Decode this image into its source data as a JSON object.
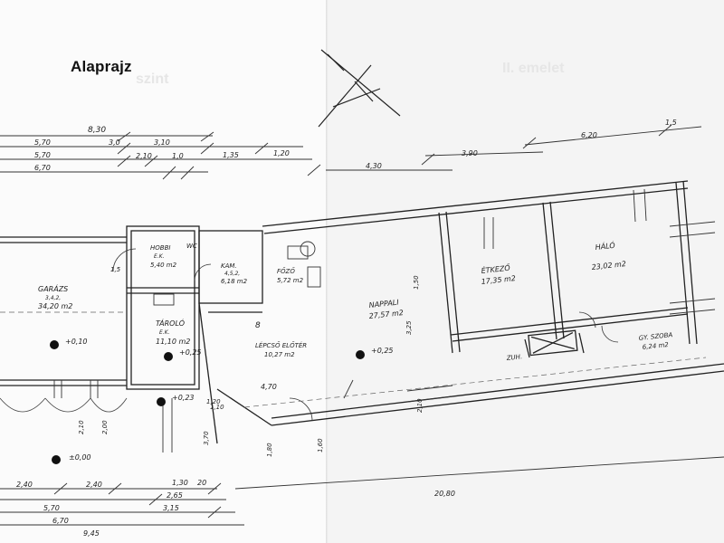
{
  "title": "Alaprajz",
  "ghost_text": {
    "left": "szint",
    "right": "II. emelet"
  },
  "dimensions": {
    "top_total": "8,30",
    "top_row1": [
      "3,10"
    ],
    "top_row2": [
      "3,0",
      "1,35",
      "1,20"
    ],
    "top_row3": [
      "2,10",
      "1,0"
    ],
    "top_left_labels": [
      "5,70",
      "5,70",
      "6,70"
    ],
    "top_right": [
      "4,30",
      "3,90",
      "6,20",
      "1,5"
    ],
    "bottom_total": "20,80",
    "bottom_row1": [
      "2,40",
      "2,40",
      "1,30",
      "20"
    ],
    "bottom_row2": [
      "2,65",
      "3,15"
    ],
    "bottom_left_labels": [
      "5,70",
      "6,70",
      "9,45"
    ],
    "side_marks": [
      "2,10",
      "2,00",
      "1,80",
      "1,60",
      "1,10",
      "3,70",
      "1,20",
      "2,10"
    ]
  },
  "levels": [
    "+0,10",
    "+0,25",
    "+0,23",
    "+0,25",
    "±0,00"
  ],
  "rooms": [
    {
      "name": "GARÁZS",
      "detail": "3,4,2,",
      "area": "34,20 m2"
    },
    {
      "name": "HOBBI",
      "detail": "E.K.",
      "area": "5,40 m2"
    },
    {
      "name": "WC",
      "detail": "",
      "area": ""
    },
    {
      "name": "KAM.",
      "detail": "4,5,2,",
      "area": "6,18 m2"
    },
    {
      "name": "FŐZŐ",
      "detail": "",
      "area": "5,72 m2"
    },
    {
      "name": "TÁROLÓ",
      "detail": "E.K.",
      "area": "11,10 m2"
    },
    {
      "name": "LÉPCSŐ ELŐTÉR",
      "detail": "",
      "area": "10,27 m2"
    },
    {
      "name": "NAPPALI",
      "detail": "",
      "area": "27,57 m2"
    },
    {
      "name": "ÉTKEZŐ",
      "detail": "",
      "area": "17,35 m2"
    },
    {
      "name": "HÁLÓ",
      "detail": "",
      "area": "23,02 m2"
    },
    {
      "name": "GY. SZOBA",
      "detail": "",
      "area": "6,24 m2"
    },
    {
      "name": "ZUH.",
      "detail": "",
      "area": ""
    }
  ],
  "misc_labels": [
    "8",
    "4,70",
    "1,50",
    "3,25",
    "1,5"
  ]
}
